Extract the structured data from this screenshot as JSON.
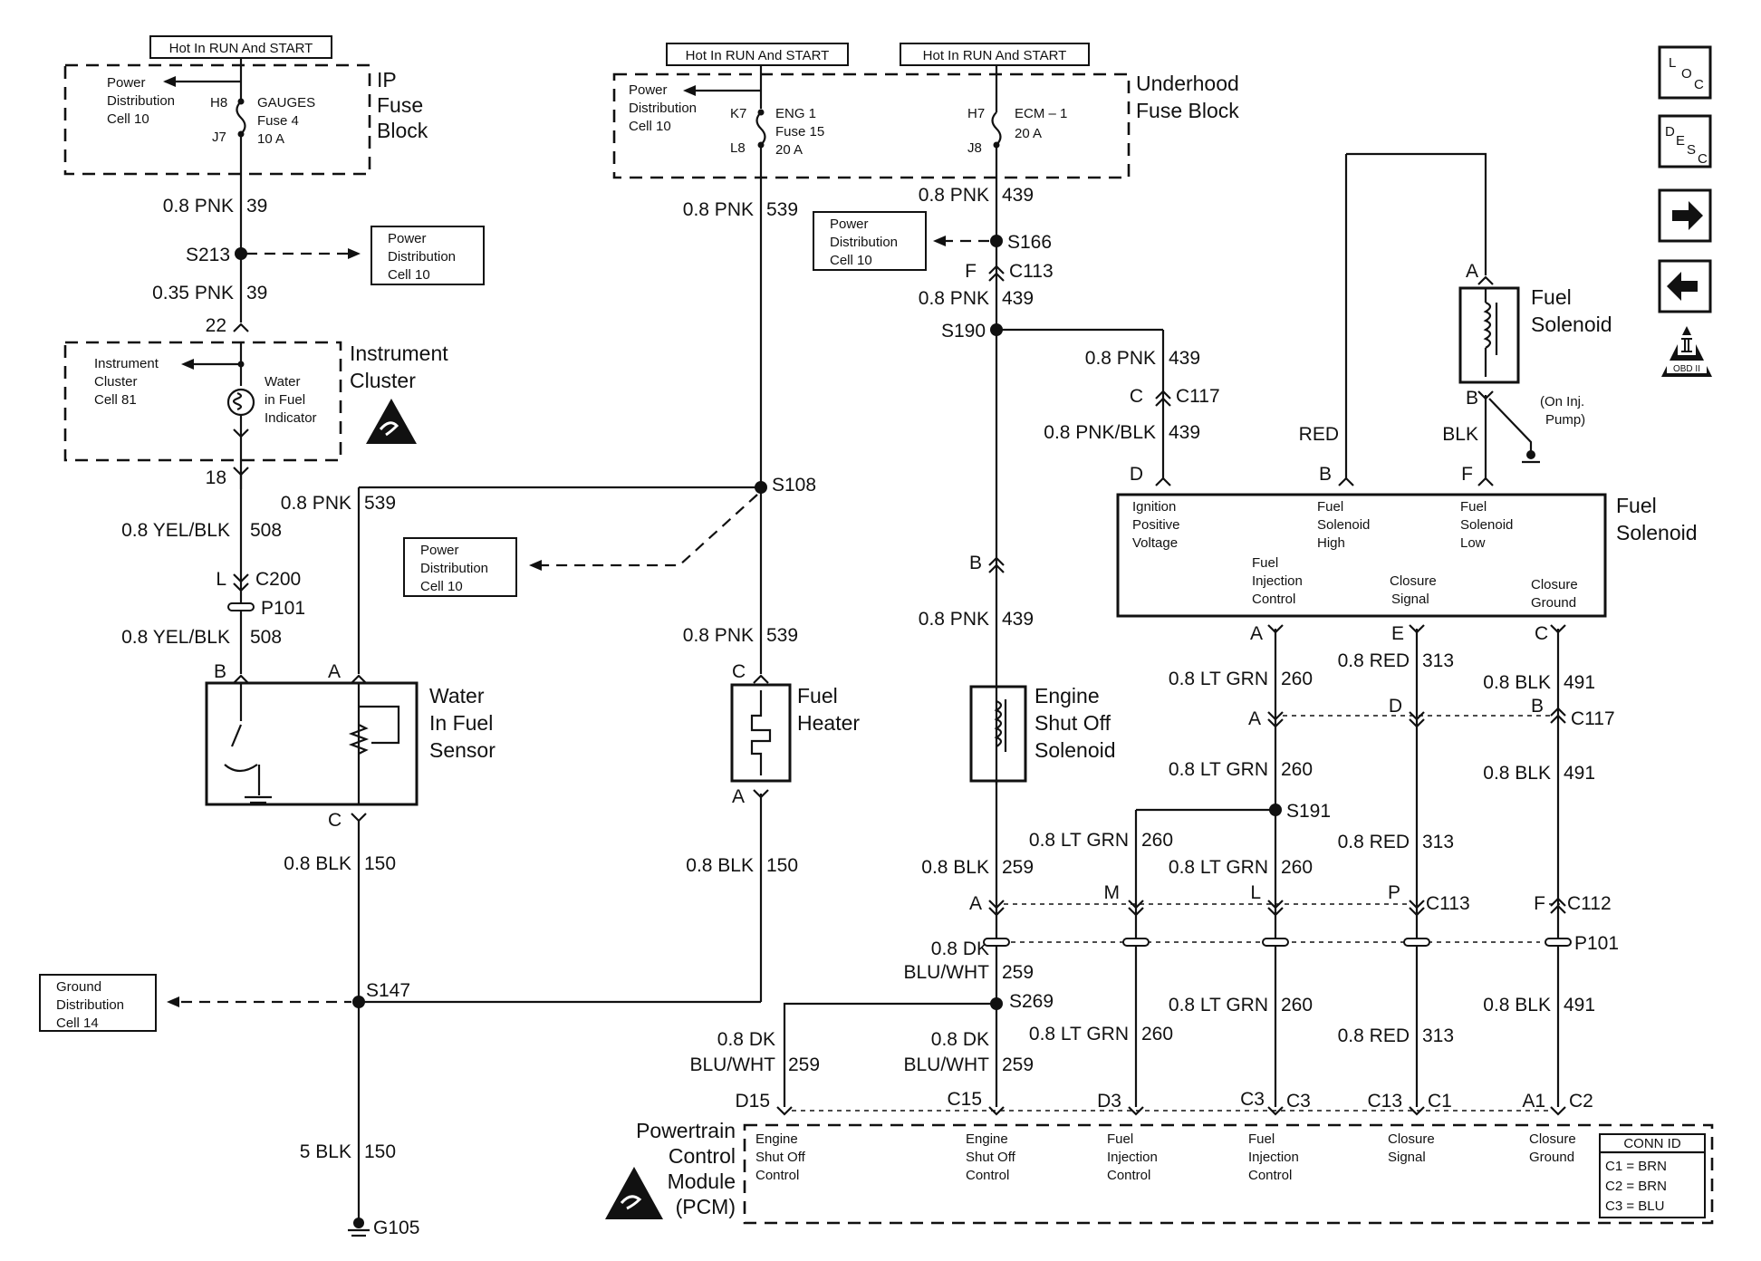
{
  "hot": {
    "ip": "Hot In RUN And START",
    "eng": "Hot In RUN And START",
    "ecm": "Hot In RUN And START"
  },
  "ip_fuse_block": {
    "title": [
      "IP",
      "Fuse",
      "Block"
    ],
    "power_dist": [
      "Power",
      "Distribution",
      "Cell 10"
    ],
    "h8": "H8",
    "j7": "J7",
    "fuse_name": "GAUGES",
    "fuse_num": "Fuse 4",
    "fuse_amp": "10 A"
  },
  "underhood": {
    "title": [
      "Underhood",
      "Fuse Block"
    ],
    "power_dist": [
      "Power",
      "Distribution",
      "Cell 10"
    ],
    "k7": "K7",
    "l8": "L8",
    "eng_name": "ENG 1",
    "eng_fuse": "Fuse 15",
    "eng_amp": "20 A",
    "h7": "H7",
    "j8": "J8",
    "ecm_name": "ECM – 1",
    "ecm_amp": "20 A"
  },
  "wires": {
    "w39a": "0.8 PNK",
    "c39a": "39",
    "s213": "S213",
    "w39b": "0.35 PNK",
    "c39b": "39",
    "pin22": "22",
    "pin18": "18",
    "w539a": "0.8 PNK",
    "c539a": "539",
    "w508a": "0.8 YEL/BLK",
    "c508a": "508",
    "cL": "L",
    "c200": "C200",
    "p101a": "P101",
    "w508b": "0.8 YEL/BLK",
    "c508b": "508",
    "w539top": "0.8 PNK",
    "c539top": "539",
    "s108": "S108",
    "w539b": "0.8 PNK",
    "c539b": "539",
    "w439a": "0.8 PNK",
    "c439a": "439",
    "s166": "S166",
    "cF": "F",
    "c113a": "C113",
    "w439b": "0.8 PNK",
    "c439b": "439",
    "s190": "S190",
    "w439c": "0.8 PNK",
    "c439c": "439",
    "cC": "C",
    "c117a": "C117",
    "w439d": "0.8 PNK/BLK",
    "c439d": "439",
    "pinB_es": "B",
    "w439e": "0.8 PNK",
    "c439e": "439",
    "w150a": "0.8 BLK",
    "c150a": "150",
    "w150b": "0.8 BLK",
    "c150b": "150",
    "s147": "S147",
    "w150c": "5 BLK",
    "c150c": "150",
    "g105": "G105",
    "w259a": "0.8 BLK",
    "c259a": "259",
    "pinA": "A",
    "pinM": "M",
    "pinL": "L",
    "pinP": "P",
    "c113b": "C113",
    "pinF2": "F",
    "c112": "C112",
    "p101b": "P101",
    "w259b": "0.8 DK",
    "w259b2": "BLU/WHT",
    "c259b": "259",
    "s269": "S269",
    "w259c": "0.8 DK",
    "w259c2": "BLU/WHT",
    "c259c": "259",
    "w259d": "0.8 DK",
    "w259d2": "BLU/WHT",
    "c259d": "259",
    "w260a": "0.8 LT GRN",
    "c260a": "260",
    "w260b": "0.8 LT GRN",
    "c260b": "260",
    "s191": "S191",
    "w260c": "0.8 LT GRN",
    "c260c": "260",
    "w260d": "0.8 LT GRN",
    "c260d": "260",
    "w260e": "0.8 LT GRN",
    "c260e": "260",
    "w260f": "0.8 LT GRN",
    "c260f": "260",
    "w313a": "0.8 RED",
    "c313a": "313",
    "w313b": "0.8 RED",
    "c313b": "313",
    "w313c": "0.8 RED",
    "c313c": "313",
    "w491a": "0.8 BLK",
    "c491a": "491",
    "w491b": "0.8 BLK",
    "c491b": "491",
    "w491c": "0.8 BLK",
    "c491c": "491",
    "pA2": "A",
    "pD2": "D",
    "pB2": "B",
    "c117b": "C117",
    "pA3": "A",
    "pE3": "E",
    "pC3": "C",
    "red": "RED",
    "blk": "BLK"
  },
  "instrument_cluster": {
    "title": [
      "Instrument",
      "Cluster"
    ],
    "cell": [
      "Instrument",
      "Cluster",
      "Cell 81"
    ],
    "indicator": [
      "Water",
      "in Fuel",
      "Indicator"
    ]
  },
  "power_dist_boxes": {
    "a": [
      "Power",
      "Distribution",
      "Cell 10"
    ],
    "b": [
      "Power",
      "Distribution",
      "Cell 10"
    ],
    "c": [
      "Power",
      "Distribution",
      "Cell 10"
    ]
  },
  "ground_dist": [
    "Ground",
    "Distribution",
    "Cell 14"
  ],
  "wif_sensor": {
    "title": [
      "Water",
      "In Fuel",
      "Sensor"
    ],
    "pinB": "B",
    "pinA": "A",
    "pinC": "C"
  },
  "fuel_heater": {
    "title": [
      "Fuel",
      "Heater"
    ],
    "pinC": "C",
    "pinA": "A"
  },
  "eso_solenoid": {
    "title": [
      "Engine",
      "Shut Off",
      "Solenoid"
    ]
  },
  "fuel_solenoid_coil": {
    "title": [
      "Fuel",
      "Solenoid"
    ],
    "pinA": "A",
    "pinB": "B",
    "note": [
      "(On Inj.",
      "Pump)"
    ]
  },
  "fuel_solenoid_module": {
    "title": [
      "Fuel",
      "Solenoid"
    ],
    "pinD": "D",
    "pinB": "B",
    "pinF": "F",
    "ign": [
      "Ignition",
      "Positive",
      "Voltage"
    ],
    "high": [
      "Fuel",
      "Solenoid",
      "High"
    ],
    "low": [
      "Fuel",
      "Solenoid",
      "Low"
    ],
    "inj": [
      "Fuel",
      "Injection",
      "Control"
    ],
    "closure": [
      "Closure",
      "Signal"
    ],
    "cground": [
      "Closure",
      "Ground"
    ]
  },
  "pcm": {
    "title": [
      "Powertrain",
      "Control",
      "Module",
      "(PCM)"
    ],
    "pins": [
      "D15",
      "C15",
      "D3",
      "C3",
      "C3",
      "C13",
      "C1",
      "A1",
      "C2"
    ],
    "labels": {
      "eso1": [
        "Engine",
        "Shut Off",
        "Control"
      ],
      "eso2": [
        "Engine",
        "Shut Off",
        "Control"
      ],
      "inj1": [
        "Fuel",
        "Injection",
        "Control"
      ],
      "inj2": [
        "Fuel",
        "Injection",
        "Control"
      ],
      "closure": [
        "Closure",
        "Signal"
      ],
      "cground": [
        "Closure",
        "Ground"
      ]
    },
    "conn_id": {
      "title": "CONN ID",
      "rows": [
        "C1 = BRN",
        "C2 = BRN",
        "C3 = BLU"
      ]
    }
  },
  "nav": {
    "loc": [
      "L",
      "O",
      "C"
    ],
    "desc": [
      "D",
      "E",
      "S",
      "C"
    ],
    "obd": "OBD II"
  }
}
